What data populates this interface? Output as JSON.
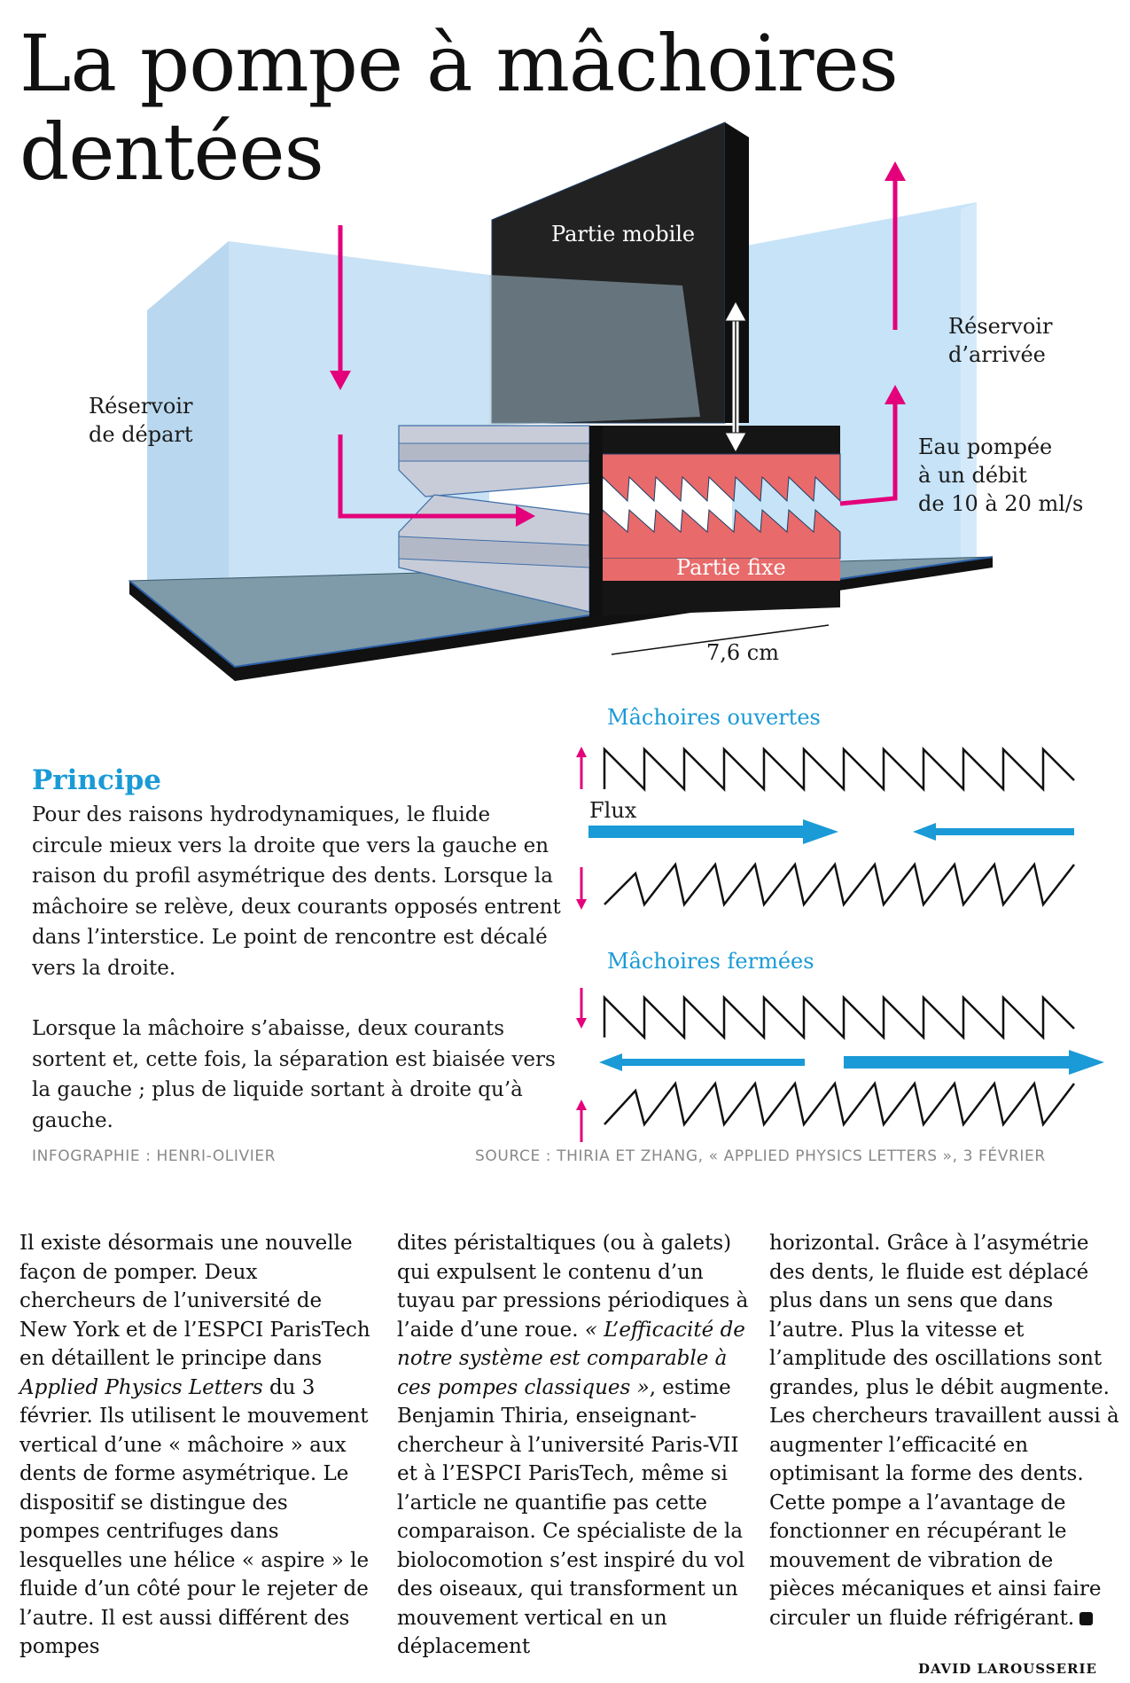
{
  "title": "La pompe à mâchoires dentées",
  "diagram": {
    "label_mobile": "Partie mobile",
    "label_fixe": "Partie fixe",
    "label_depart_1": "Réservoir",
    "label_depart_2": "de départ",
    "label_arrivee_1": "Réservoir",
    "label_arrivee_2": "d’arrivée",
    "label_eau_1": "Eau pompée",
    "label_eau_2": "à un débit",
    "label_eau_3": "de 10 à 20 ml/s",
    "label_dimension": "7,6 cm"
  },
  "jaws": {
    "label_open": "Mâchoires ouvertes",
    "label_flux": "Flux",
    "label_closed": "Mâchoires fermées"
  },
  "principe": {
    "heading": "Principe",
    "paragraph_1": "Pour des raisons hydrodynamiques, le fluide circule mieux vers la droite que vers la gauche en raison du profil asymétrique des dents. Lorsque la mâchoire se relève, deux courants opposés entrent dans l’interstice. Le point de rencontre est décalé vers la droite.",
    "paragraph_2": "Lorsque la mâchoire s’abaisse, deux courants sortent et, cette fois, la séparation est biaisée vers la gauche ; plus de liquide sortant à droite qu’à gauche."
  },
  "credits": {
    "infographie": "INFOGRAPHIE : HENRI-OLIVIER",
    "source": "SOURCE : THIRIA ET ZHANG, « APPLIED PHYSICS LETTERS », 3 FÉVRIER"
  },
  "article": {
    "col1_a": "Il existe désormais une nouvelle façon de pomper. Deux chercheurs de l’université de New York et de l’ESPCI ParisTech en détaillent le principe dans ",
    "col1_journal": "Applied Physics Letters",
    "col1_b": " du 3 février. Ils utilisent le mouvement vertical d’une « mâchoire » aux dents de forme asymétrique. Le dispositif se distingue des pompes centrifuges dans lesquelles une hélice « aspire » le fluide d’un côté pour le rejeter de l’autre. Il est aussi différent des pompes",
    "col2_a": "dites péristaltiques (ou à galets) qui expulsent le contenu d’un tuyau par pressions périodiques à l’aide d’une roue. ",
    "col2_quote": "« L’efficacité de notre système est comparable à ces pompes classiques »",
    "col2_b": ", estime Benjamin Thiria, enseignant-chercheur à l’université Paris-VII et à l’ESPCI ParisTech, même si l’article ne quantifie pas cette comparaison. Ce spécialiste de la biolocomotion s’est inspiré du vol des oiseaux, qui transforment un mouvement vertical en un déplacement",
    "col3": "horizontal. Grâce à l’asymétrie des dents, le fluide est déplacé plus dans un sens que dans l’autre. Plus la vitesse et l’amplitude des oscillations sont grandes, plus le débit augmente. Les chercheurs travaillent aussi à augmenter l’efficacité en optimisant la forme des dents. Cette pompe a l’avantage de fonctionner en récupérant le mouvement de vibration de pièces mécaniques et ainsi faire circuler un fluide réfrigérant.",
    "byline": "DAVID LAROUSSERIE"
  }
}
